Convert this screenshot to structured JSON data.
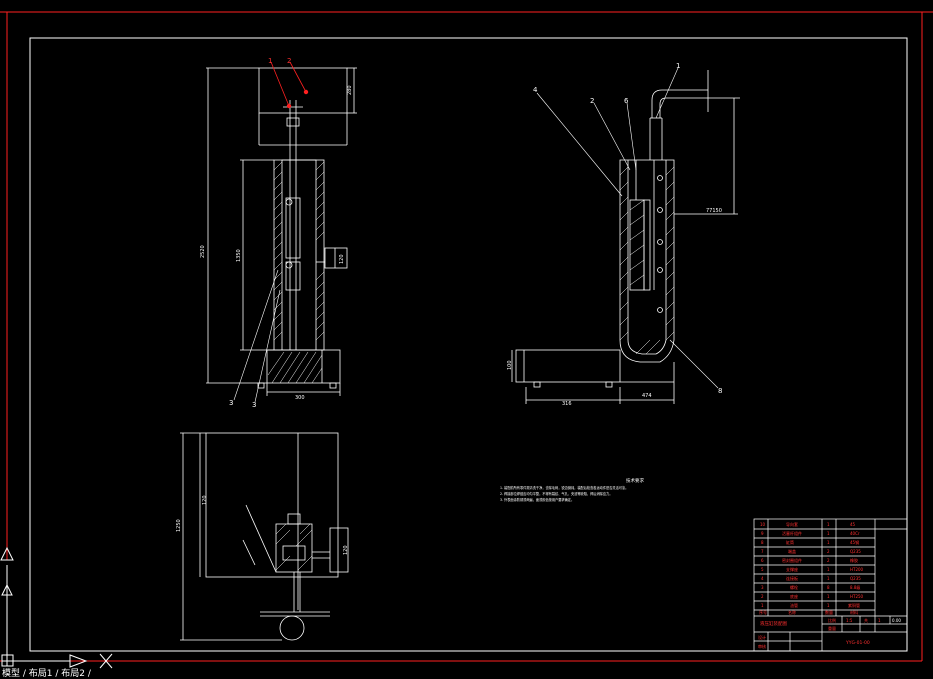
{
  "colors": {
    "background": "#000000",
    "drawing_lines": "#ffffff",
    "frame_lines": "#ff2020",
    "leader_lines": "#ff2020",
    "title_block_text": "#ff3030"
  },
  "drawing": {
    "balloons_top": [
      "1",
      "2"
    ],
    "balloons_right": [
      "4",
      "2",
      "6",
      "1",
      "8"
    ],
    "balloon_left_bottom": [
      "3",
      "3"
    ],
    "dim_overall_height": "2520",
    "dim_column": "1350",
    "dim_top_box": "280",
    "dim_base_width": "300",
    "dim_right_side": "120",
    "dim_flange": "77150",
    "dim_bottom_total": "316",
    "dim_bottom_part": "474",
    "dim_base_height": "100",
    "dim_plan_height": "1250",
    "dim_plan_inner": "120",
    "dim_plan_side": "120"
  },
  "notes": {
    "heading": "技术要求",
    "lines": [
      "1. 装配前所有零件需清洗干净，去除毛刺，锐边倒钝，装配后检查各运动件是否灵活可靠。",
      "2. 焊接部位焊缝应均匀平整，不得有裂纹、气孔、夹渣等缺陷，焊后消除应力。",
      "3. 外表面涂防锈漆两遍，面漆颜色按用户要求确定。"
    ]
  },
  "title_block": {
    "rows": [
      {
        "no": "10",
        "name": "导向套",
        "qty": "1",
        "mat": "45"
      },
      {
        "no": "9",
        "name": "活塞杆组件",
        "qty": "1",
        "mat": "40Cr"
      },
      {
        "no": "8",
        "name": "缸筒",
        "qty": "1",
        "mat": "45钢"
      },
      {
        "no": "7",
        "name": "端盖",
        "qty": "2",
        "mat": "Q235"
      },
      {
        "no": "6",
        "name": "密封圈组件",
        "qty": "2",
        "mat": "橡胶"
      },
      {
        "no": "5",
        "name": "支撑座",
        "qty": "1",
        "mat": "HT200"
      },
      {
        "no": "4",
        "name": "连接板",
        "qty": "1",
        "mat": "Q235"
      },
      {
        "no": "3",
        "name": "螺栓",
        "qty": "8",
        "mat": "8.8级"
      },
      {
        "no": "2",
        "name": "底座",
        "qty": "1",
        "mat": "HT250"
      },
      {
        "no": "1",
        "name": "油管",
        "qty": "1",
        "mat": "紫铜管"
      }
    ],
    "header": {
      "no": "序号",
      "name": "名称",
      "qty": "数量",
      "mat": "材料"
    },
    "drawing_title": "液压缸装配图",
    "scale_label": "比例",
    "scale_value": "1:5",
    "sheet_label": "共",
    "sheet_value": "1",
    "weight_label": "重量",
    "page_code": "0.00",
    "designer_label": "设计",
    "checker_label": "审核",
    "drawing_number": "YYG-01-00"
  },
  "status": {
    "text": "模型 / 布局1 / 布局2 /"
  }
}
